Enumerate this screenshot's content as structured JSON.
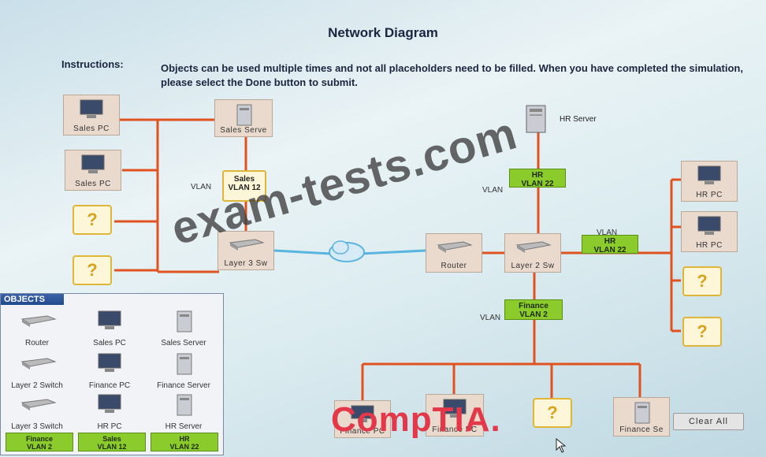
{
  "header": {
    "title": "Network Diagram",
    "instructions_label": "Instructions:",
    "instructions_text": "Objects can be used multiple times and not all placeholders need to be filled. When you have completed the simulation, please select the Done button to submit."
  },
  "diagram": {
    "sales_pc_1": "Sales PC",
    "sales_pc_2": "Sales PC",
    "sales_server": "Sales Serve",
    "sales_vlan_word": "VLAN",
    "sales_vlan_l1": "Sales",
    "sales_vlan_l2": "VLAN 12",
    "left_switch": "Layer 3 Sw",
    "router": "Router",
    "right_switch": "Layer 2 Sw",
    "hr_server": "HR Server",
    "hr_vlan_word_top": "VLAN",
    "hr_vlan_top_l1": "HR",
    "hr_vlan_top_l2": "VLAN 22",
    "hr_vlan_word_right": "VLAN",
    "hr_vlan_right_l1": "HR",
    "hr_vlan_right_l2": "VLAN 22",
    "hr_pc_1": "HR PC",
    "hr_pc_2": "HR PC",
    "finance_vlan_word": "VLAN",
    "finance_vlan_l1": "Finance",
    "finance_vlan_l2": "VLAN 2",
    "finance_pc_1": "Finance PC",
    "finance_pc_2": "Finance PC",
    "finance_server": "Finance Se",
    "placeholder_mark": "?"
  },
  "objects": {
    "header": "OBJECTS",
    "items": [
      {
        "label": "Router"
      },
      {
        "label": "Sales PC"
      },
      {
        "label": "Sales Server"
      },
      {
        "label": "Layer 2 Switch"
      },
      {
        "label": "Finance PC"
      },
      {
        "label": "Finance Server"
      },
      {
        "label": "Layer 3 Switch"
      },
      {
        "label": "HR PC"
      },
      {
        "label": "HR Server"
      }
    ],
    "tags": [
      {
        "l1": "Finance",
        "l2": "VLAN 2"
      },
      {
        "l1": "Sales",
        "l2": "VLAN 12"
      },
      {
        "l1": "HR",
        "l2": "VLAN 22"
      }
    ]
  },
  "buttons": {
    "clear_all": "Clear All"
  },
  "overlays": {
    "watermark": "exam-tests.com",
    "logo": "CompTIA."
  },
  "colors": {
    "link_line": "#e0521f",
    "vlan_green": "#8ccb2c",
    "placeholder_border": "#e0b63a",
    "cloud_link": "#5ab4e0"
  }
}
